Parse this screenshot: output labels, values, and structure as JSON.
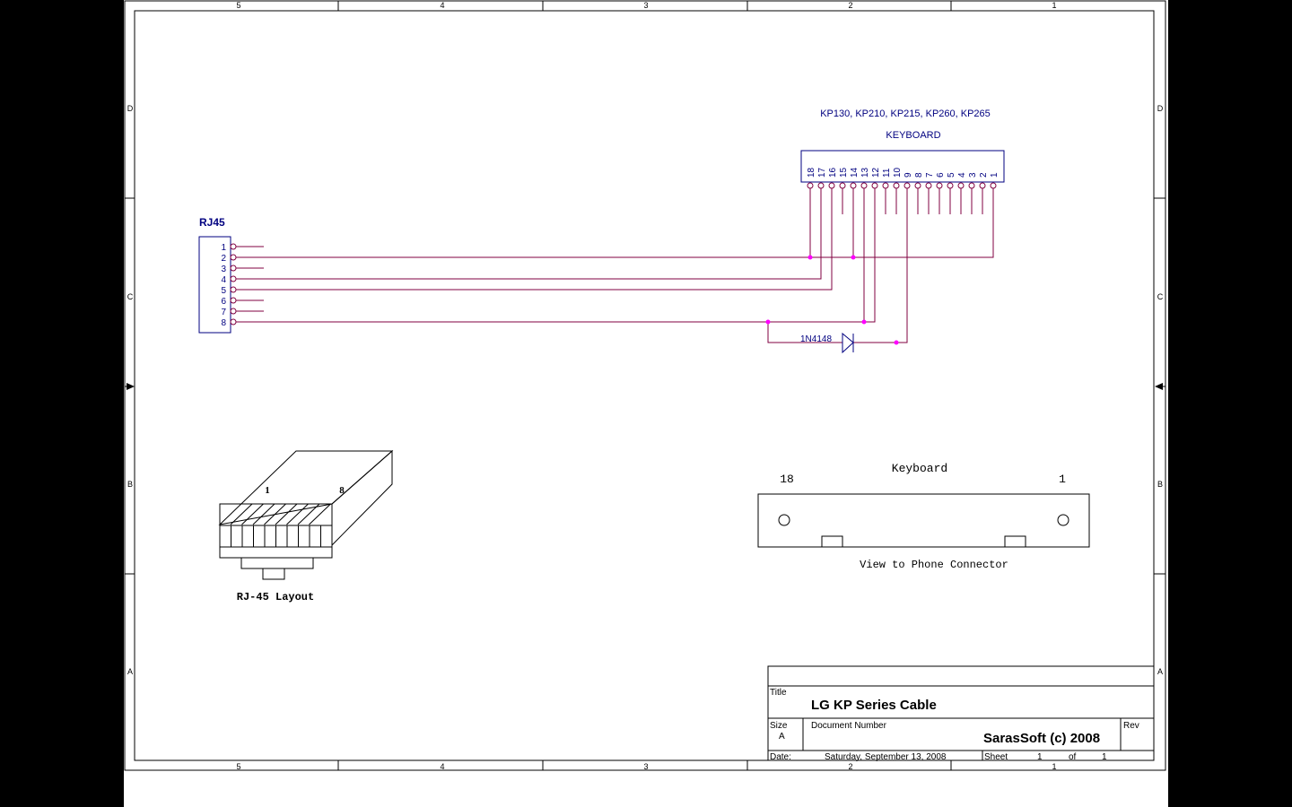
{
  "border": {
    "columns": [
      "5",
      "4",
      "3",
      "2",
      "1"
    ],
    "rows": [
      "D",
      "C",
      "B",
      "A"
    ]
  },
  "rj45": {
    "title": "RJ45",
    "pins": [
      "1",
      "2",
      "3",
      "4",
      "5",
      "6",
      "7",
      "8"
    ]
  },
  "keyboard": {
    "models": "KP130, KP210, KP215, KP260, KP265",
    "title": "KEYBOARD",
    "pins": [
      "18",
      "17",
      "16",
      "15",
      "14",
      "13",
      "12",
      "11",
      "10",
      "9",
      "8",
      "7",
      "6",
      "5",
      "4",
      "3",
      "2",
      "1"
    ]
  },
  "diode": {
    "label": "1N4148"
  },
  "rj45_layout": {
    "caption": "RJ-45 Layout",
    "pin_first": "1",
    "pin_last": "8"
  },
  "connector_view": {
    "title": "Keyboard",
    "left_pin": "18",
    "right_pin": "1",
    "caption": "View to Phone Connector"
  },
  "title_block": {
    "title_label": "Title",
    "title": "LG KP Series Cable",
    "size_label": "Size",
    "size": "A",
    "docnum_label": "Document Number",
    "docnum": "SarasSoft (c) 2008",
    "rev_label": "Rev",
    "date_label": "Date:",
    "date": "Saturday, September 13, 2008",
    "sheet_label": "Sheet",
    "sheet": "1",
    "of_label": "of",
    "sheet_total": "1"
  },
  "colors": {
    "wire": "#800040",
    "component": "#000080",
    "junction": "#ff00ff"
  }
}
